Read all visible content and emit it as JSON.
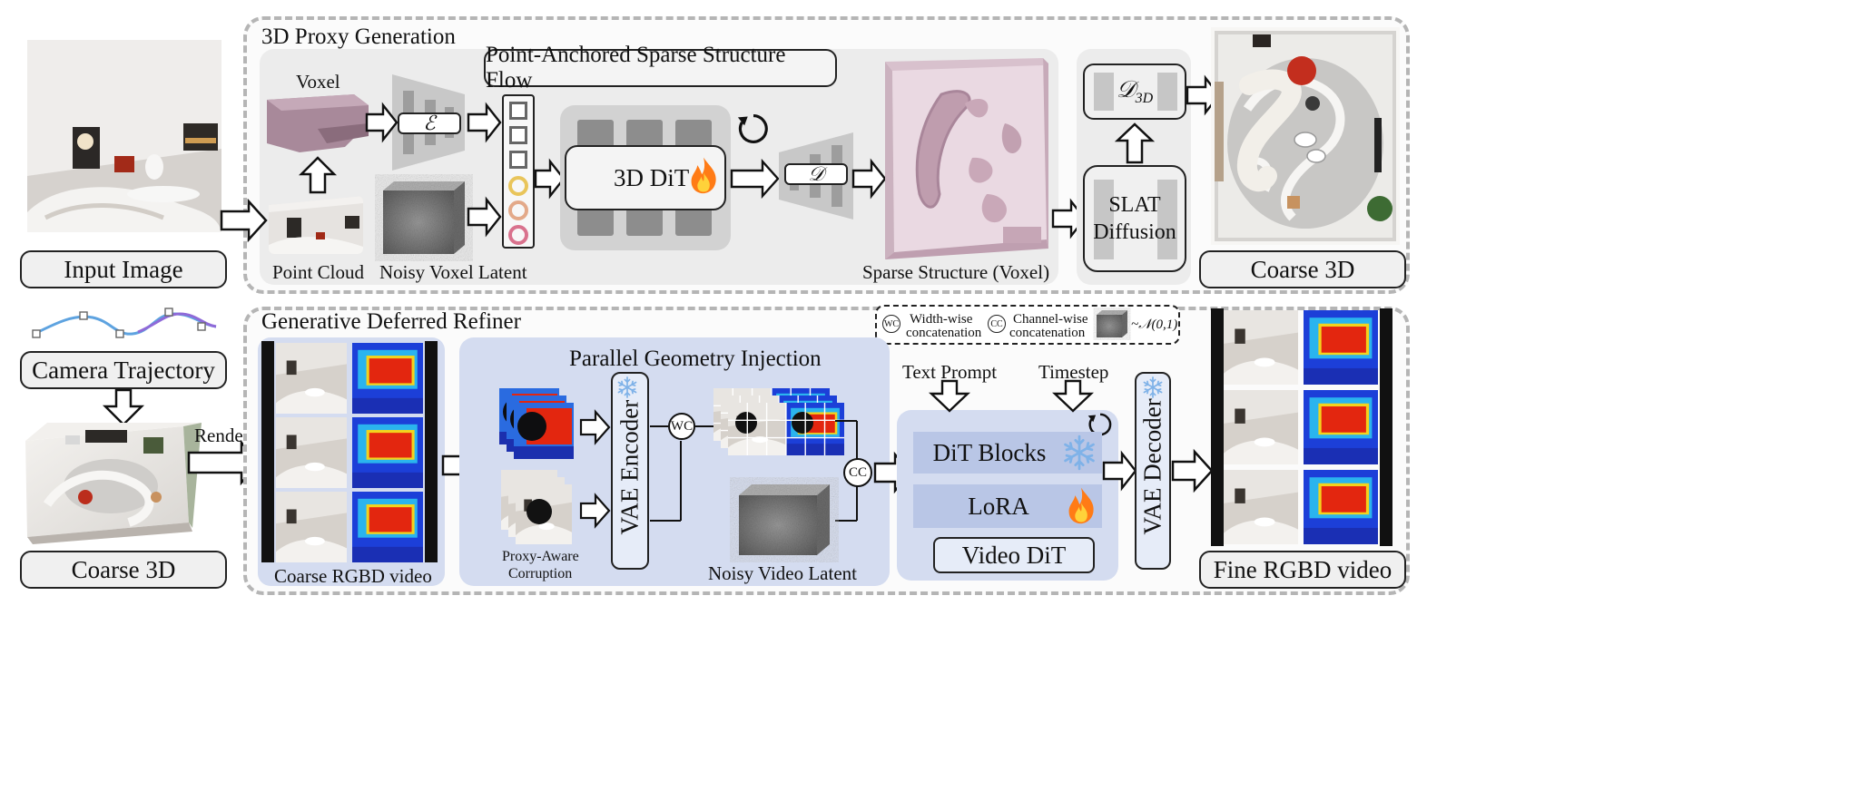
{
  "left": {
    "input_image": "Input Image",
    "camera_trajectory": "Camera Trajectory",
    "coarse_3d": "Coarse 3D",
    "render": "Render"
  },
  "proxy": {
    "title": "3D Proxy Generation",
    "flow_title": "Point-Anchored Sparse Structure Flow",
    "voxel": "Voxel",
    "point_cloud": "Point Cloud",
    "noisy_voxel_latent": "Noisy Voxel Latent",
    "encoder_sym": "ℰ",
    "decoder_sym": "𝒟",
    "dit": "3D DiT",
    "sparse_structure": "Sparse Structure (Voxel)",
    "slat_line1": "SLAT",
    "slat_line2": "Diffusion",
    "d3d_main": "𝒟",
    "d3d_sub": "3D",
    "coarse_3d": "Coarse 3D"
  },
  "refiner": {
    "title": "Generative Deferred Refiner",
    "coarse_rgbd": "Coarse RGBD video",
    "pgi_title": "Parallel Geometry Injection",
    "proxy_aware_1": "Proxy-Aware",
    "proxy_aware_2": "Corruption",
    "vae_encoder": "VAE  Encoder",
    "wc": "WC",
    "cc": "CC",
    "noisy_video_latent": "Noisy Video Latent",
    "text_prompt": "Text Prompt",
    "timestep": "Timestep",
    "dit_blocks": "DiT Blocks",
    "lora": "LoRA",
    "video_dit": "Video DiT",
    "vae_decoder": "VAE  Decoder",
    "fine_rgbd": "Fine RGBD video"
  },
  "legend": {
    "wc_sym": "WC",
    "wc_1": "Width-wise",
    "wc_2": "concatenation",
    "cc_sym": "CC",
    "cc_1": "Channel-wise",
    "cc_2": "concatenation",
    "noise": "~𝒩(0,1)"
  },
  "colors": {
    "panel_bg": "#eeeeee",
    "blue_panel": "#d4dcf0",
    "dit_row": "#b9c6e6",
    "voxel_pink": "#cfb3c4",
    "fire": "#ff6a13"
  }
}
